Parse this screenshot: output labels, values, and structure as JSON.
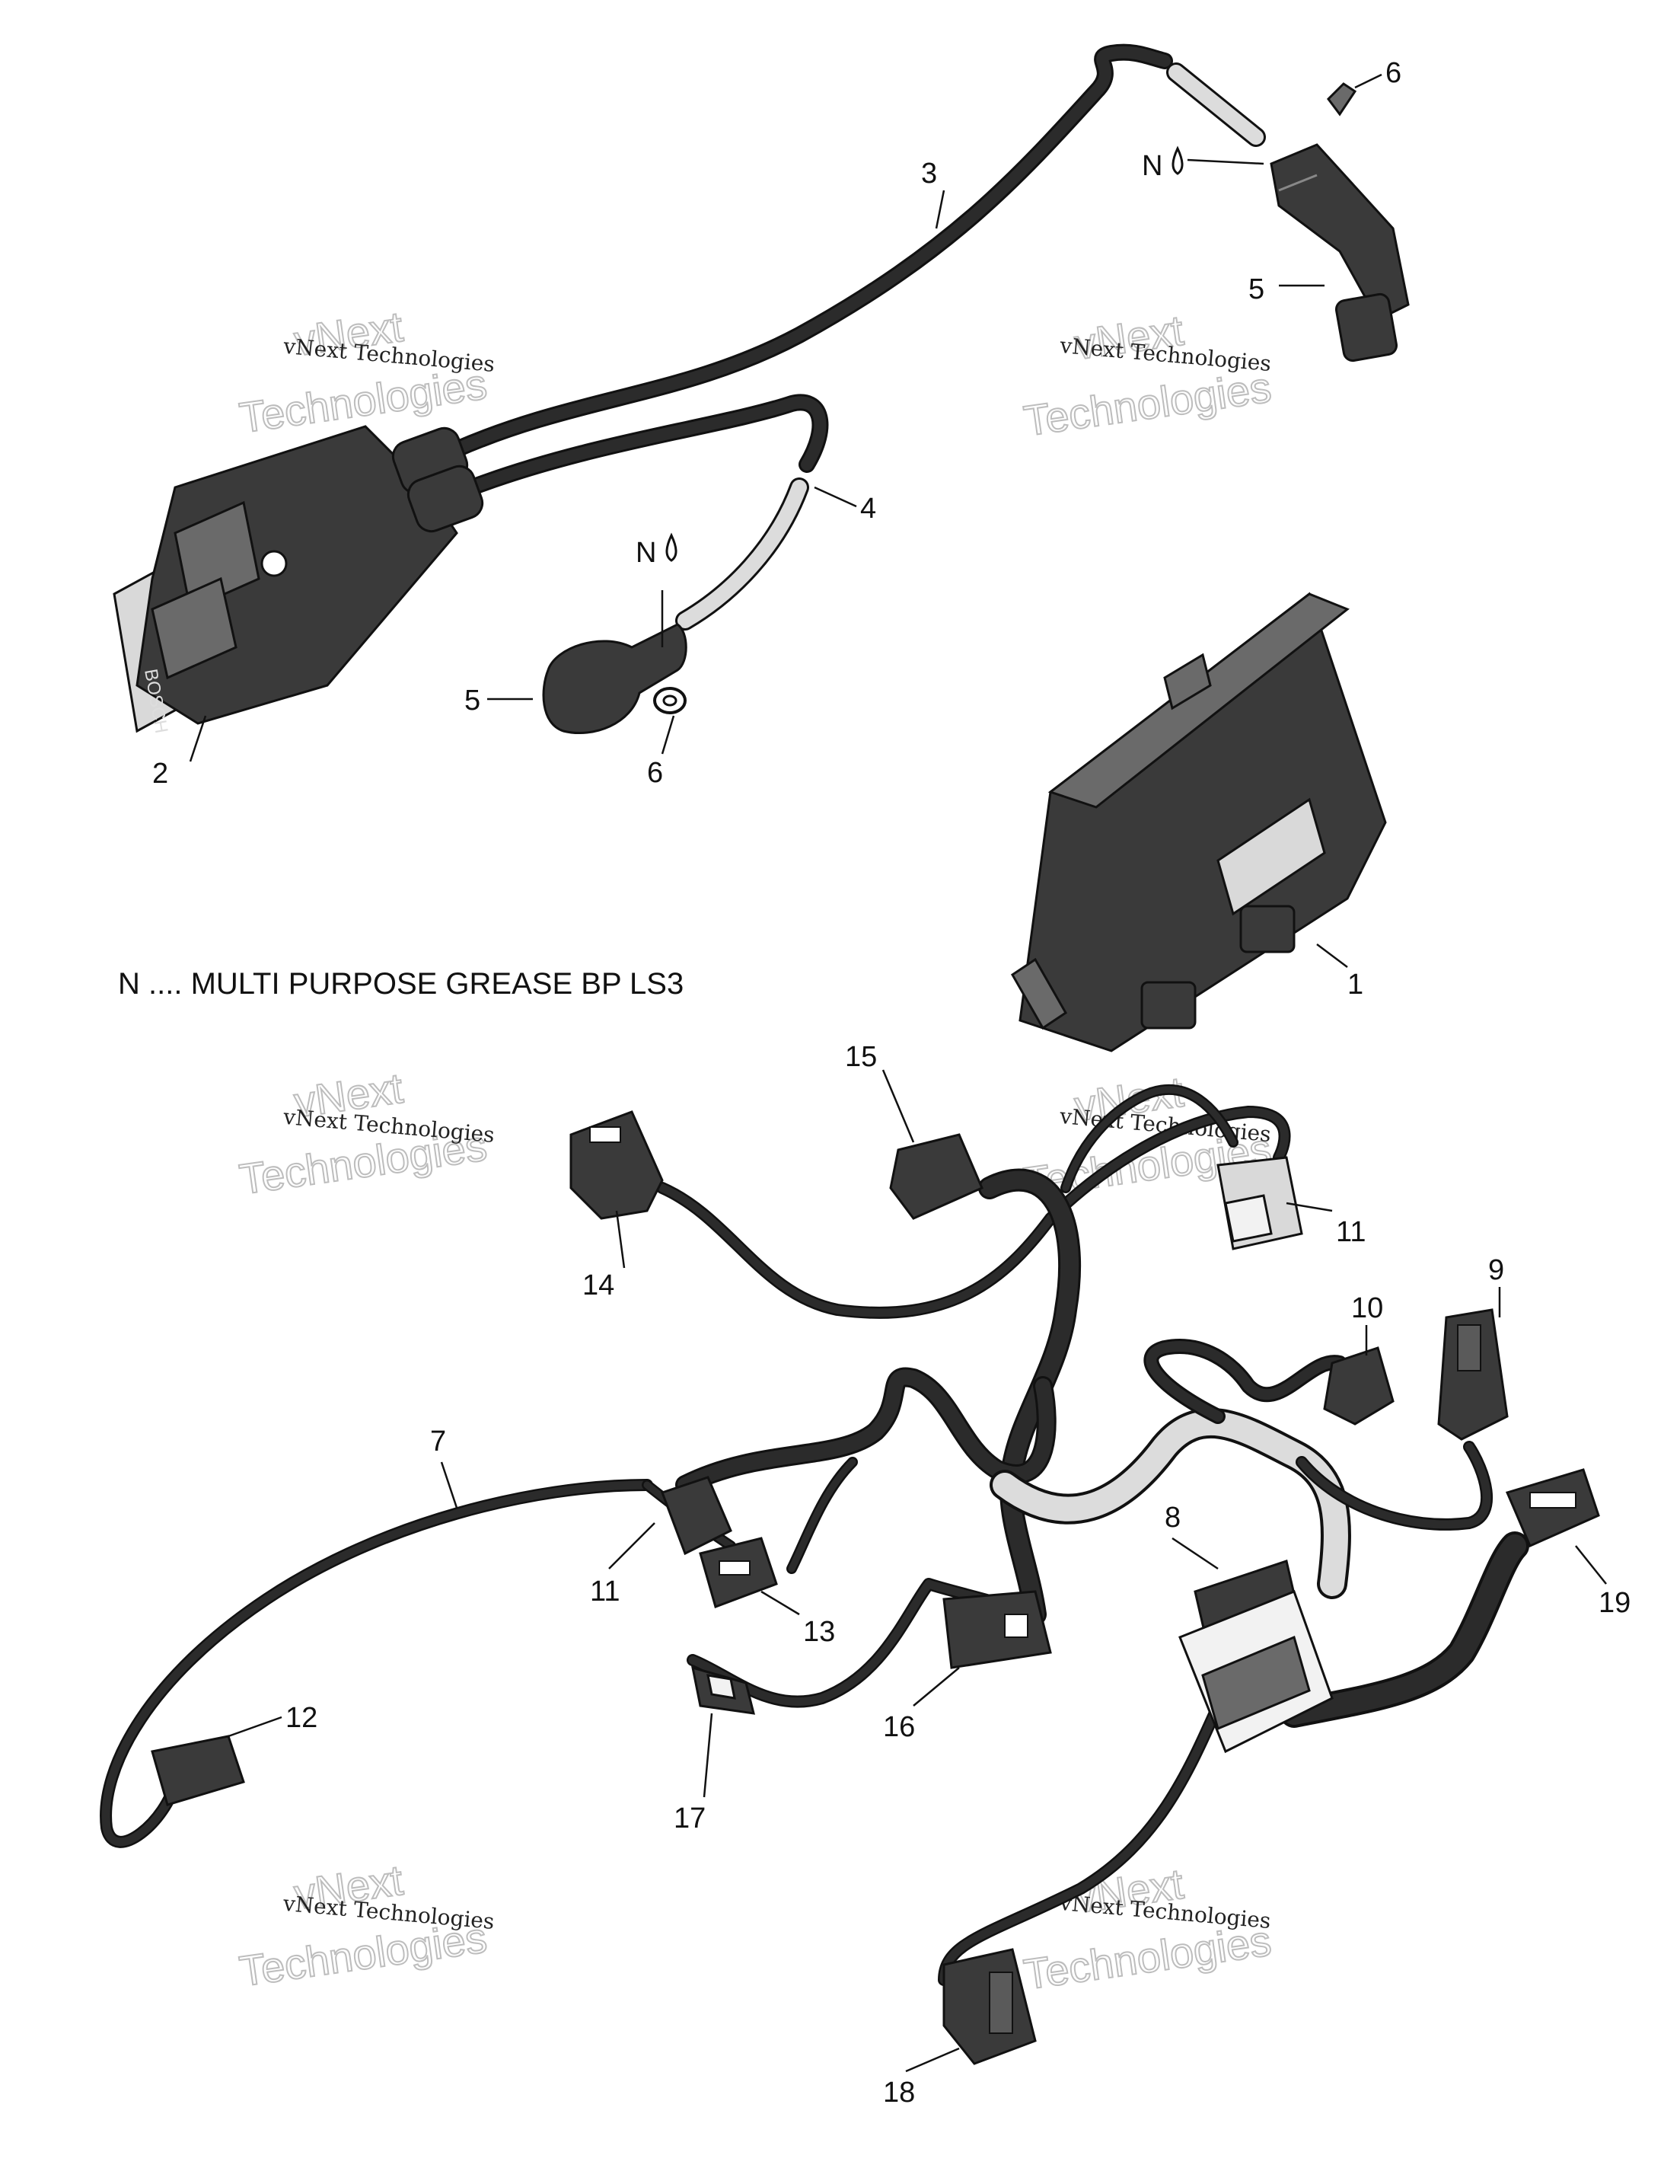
{
  "note": "N .... MULTI PURPOSE GREASE BP LS3",
  "grease_marker": "N",
  "watermark": {
    "line1": "vNext Technologies",
    "line2": "vNext",
    "line3": "Technologies"
  },
  "callouts": {
    "c1": "1",
    "c2": "2",
    "c3": "3",
    "c4": "4",
    "c5a": "5",
    "c5b": "5",
    "c6a": "6",
    "c6b": "6",
    "c7": "7",
    "c8": "8",
    "c9": "9",
    "c10": "10",
    "c11a": "11",
    "c11b": "11",
    "c12": "12",
    "c13": "13",
    "c14": "14",
    "c15": "15",
    "c16": "16",
    "c17": "17",
    "c18": "18",
    "c19": "19"
  }
}
